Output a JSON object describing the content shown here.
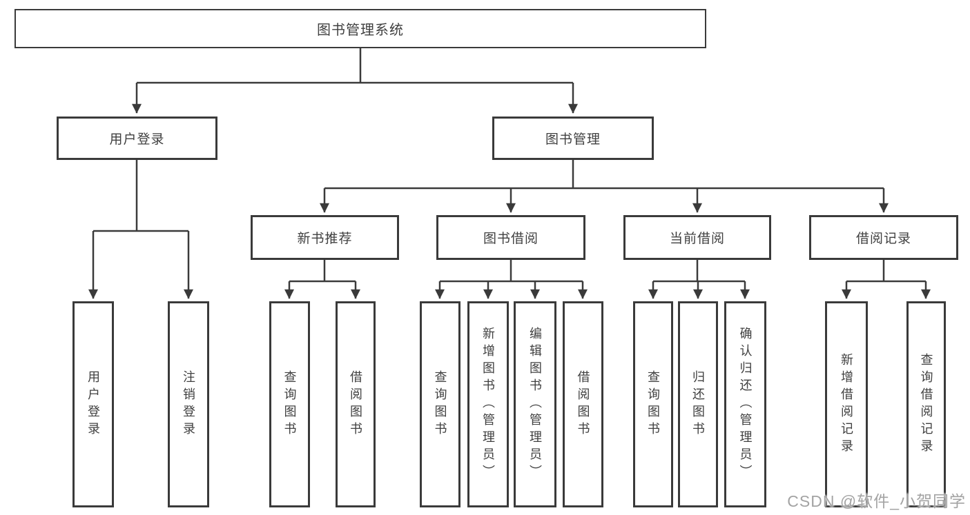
{
  "tree": {
    "label": "图书管理系统",
    "children": [
      {
        "label": "用户登录",
        "children": [
          {
            "label": "用户登录"
          },
          {
            "label": "注销登录"
          }
        ]
      },
      {
        "label": "图书管理",
        "children": [
          {
            "label": "新书推荐",
            "children": [
              {
                "label": "查询图书"
              },
              {
                "label": "借阅图书"
              }
            ]
          },
          {
            "label": "图书借阅",
            "children": [
              {
                "label": "查询图书"
              },
              {
                "label": "新增图书（管理员）"
              },
              {
                "label": "编辑图书（管理员）"
              },
              {
                "label": "借阅图书"
              }
            ]
          },
          {
            "label": "当前借阅",
            "children": [
              {
                "label": "查询图书"
              },
              {
                "label": "归还图书"
              },
              {
                "label": "确认归还（管理员）"
              }
            ]
          },
          {
            "label": "借阅记录",
            "children": [
              {
                "label": "新增借阅记录"
              },
              {
                "label": "查询借阅记录"
              }
            ]
          }
        ]
      }
    ]
  },
  "watermark": "CSDN @软件_小贺同学",
  "colors": {
    "line": "#3a3a3a",
    "text": "#3f3f3f",
    "watermark": "#a3a3a3",
    "background": "#ffffff"
  }
}
